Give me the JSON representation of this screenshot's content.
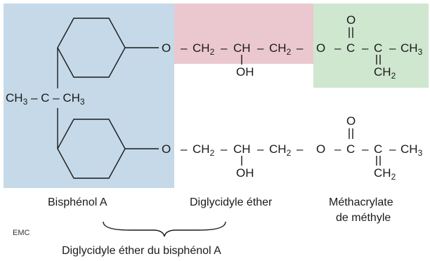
{
  "regions": {
    "bisphenol_color": "#c5d9e8",
    "diglycidyl_color": "#ebc8d0",
    "methacrylate_color": "#cfe6cf"
  },
  "molecule": {
    "center_group": {
      "left": "CH",
      "left_sub": "3",
      "mid": "– C –",
      "right": "CH",
      "right_sub": "3"
    },
    "upper_chain": {
      "o1": "O",
      "dash1": "–",
      "ch2a": "CH",
      "ch2a_sub": "2",
      "dash2": "–",
      "ch": "CH",
      "dash3": "–",
      "ch2b": "CH",
      "ch2b_sub": "2",
      "dash4": "–",
      "o2": "O",
      "dash5": "–",
      "c1": "C",
      "dash6": "–",
      "c2": "C",
      "dash7": "–",
      "ch3": "CH",
      "ch3_sub": "3",
      "oh": "OH",
      "carbonyl_o": "O",
      "methylene": "CH",
      "methylene_sub": "2"
    },
    "lower_chain": {
      "o1": "O",
      "dash1": "–",
      "ch2a": "CH",
      "ch2a_sub": "2",
      "dash2": "–",
      "ch": "CH",
      "dash3": "–",
      "ch2b": "CH",
      "ch2b_sub": "2",
      "dash4": "–",
      "o2": "O",
      "dash5": "–",
      "c1": "C",
      "dash6": "–",
      "c2": "C",
      "dash7": "–",
      "ch3": "CH",
      "ch3_sub": "3",
      "oh": "OH",
      "carbonyl_o": "O",
      "methylene": "CH",
      "methylene_sub": "2"
    }
  },
  "labels": {
    "bisphenol": "Bisphénol A",
    "diglycidyl": "Diglycidyle éther",
    "methacrylate_line1": "Méthacrylate",
    "methacrylate_line2": "de méthyle",
    "brace_caption": "Diglycidyle éther du bisphénol A",
    "logo": "EMC"
  }
}
